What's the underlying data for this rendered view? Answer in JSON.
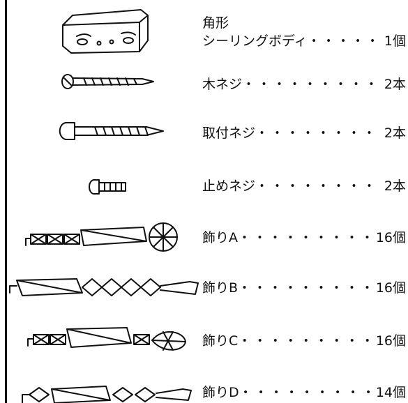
{
  "parts": [
    {
      "name_line1": "角形",
      "name": "シーリングボディ",
      "qty": "1個",
      "icon": "ceiling-body-icon"
    },
    {
      "name": "木ネジ",
      "qty": "2本",
      "icon": "wood-screw-icon"
    },
    {
      "name": "取付ネジ",
      "qty": "2本",
      "icon": "mounting-screw-icon"
    },
    {
      "name": "止めネジ",
      "qty": "2本",
      "icon": "set-screw-icon"
    },
    {
      "name": "飾りA",
      "qty": "16個",
      "icon": "ornament-a-icon"
    },
    {
      "name": "飾りB",
      "qty": "16個",
      "icon": "ornament-b-icon"
    },
    {
      "name": "飾りC",
      "qty": "16個",
      "icon": "ornament-c-icon"
    },
    {
      "name": "飾りD",
      "qty": "14個",
      "icon": "ornament-d-icon"
    }
  ]
}
